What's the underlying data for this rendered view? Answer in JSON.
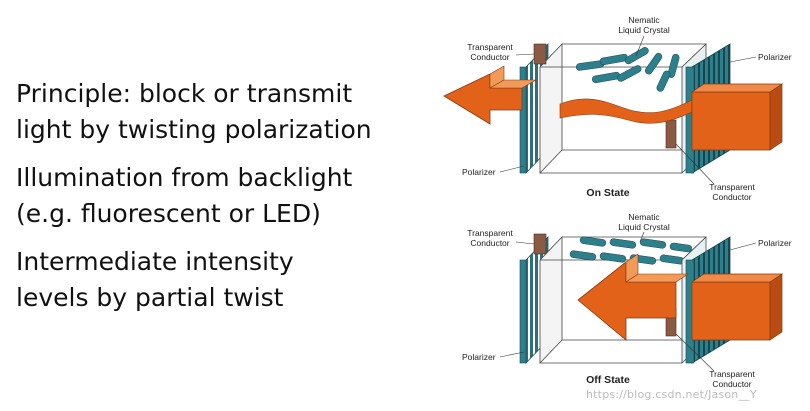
{
  "bullets": [
    {
      "line1": "Principle: block or transmit",
      "line2": "light by twisting polarization"
    },
    {
      "line1": "Illumination from backlight",
      "line2": "(e.g. fluorescent or LED)"
    },
    {
      "line1": "Intermediate intensity",
      "line2": "levels by partial twist"
    }
  ],
  "diagram": {
    "on": {
      "nematic_line1": "Nematic",
      "nematic_line2": "Liquid Crystal",
      "transparent_conductor_line1": "Transparent",
      "transparent_conductor_line2": "Conductor",
      "polarizer": "Polarizer",
      "state_label": "On State"
    },
    "off": {
      "nematic_line1": "Nematic",
      "nematic_line2": "Liquid Crystal",
      "transparent_conductor_line1": "Transparent",
      "transparent_conductor_line2": "Conductor",
      "polarizer": "Polarizer",
      "state_label": "Off State"
    }
  },
  "watermark": "https://blog.csdn.net/Jason__Y",
  "colors": {
    "accent_orange": "#e2621a",
    "crystal_teal": "#2e7f8c",
    "conductor_brown": "#8b5a44"
  }
}
